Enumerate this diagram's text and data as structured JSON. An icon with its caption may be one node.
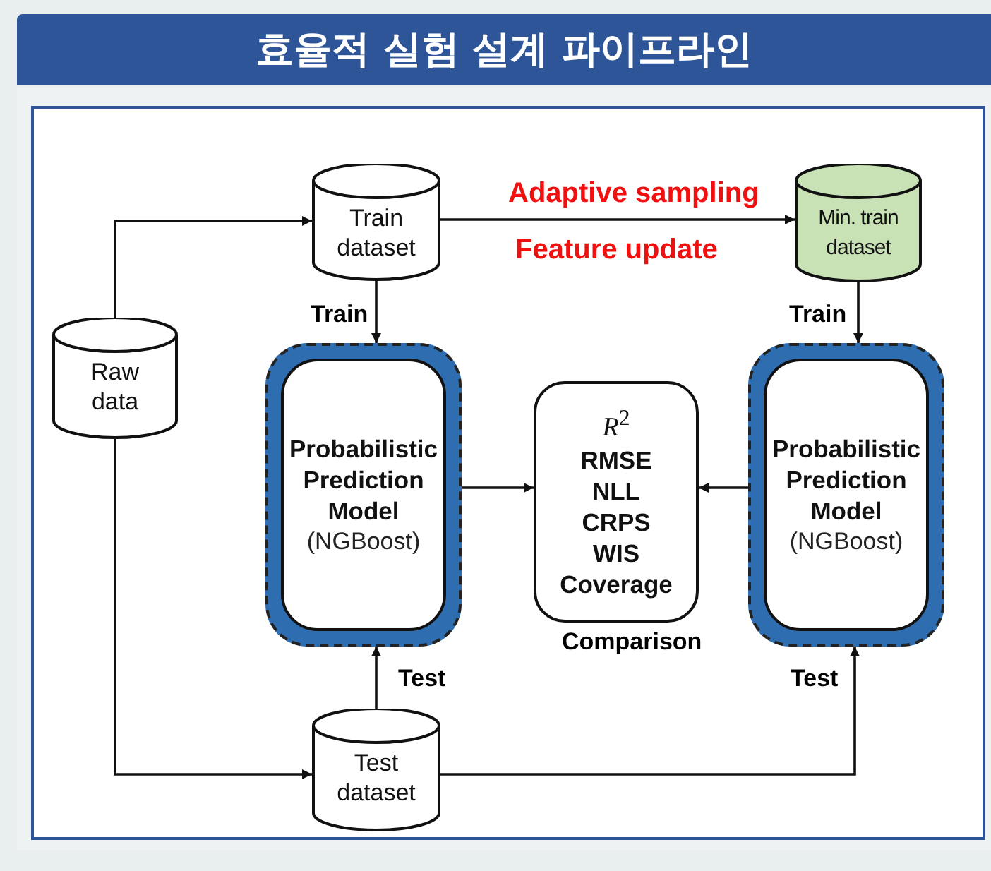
{
  "diagram": {
    "title": "효율적 실험 설계 파이프라인",
    "nodes": [
      {
        "text": [
          "Raw data"
        ]
      },
      {
        "text": [
          "Train dataset"
        ]
      },
      {
        "text": [
          "Min. train dataset"
        ]
      },
      {
        "text": [
          "Probabilistic Prediction Model",
          "(NGBoost)"
        ]
      },
      {
        "text": [
          "*R*$^{2}$",
          "RMSE",
          "NLL",
          "CRPS",
          "WIS",
          "Coverage"
        ],
        "beside": [
          "Comparison"
        ]
      },
      {
        "text": [
          "Probabilistic Prediction Model",
          "(NGBoost)"
        ]
      },
      {
        "text": [
          "Test dataset"
        ]
      }
    ],
    "edges": [
      {
        "from": 0,
        "to": 1,
        "arrow": "to"
      },
      {
        "from": 0,
        "to": 6,
        "arrow": "to"
      },
      {
        "from": 1,
        "to": 2,
        "arrow": "to",
        "label": "Adaptive sampling"
      },
      {
        "from": 1,
        "to": 3,
        "arrow": "to",
        "label": "Train"
      },
      {
        "from": 2,
        "to": 5,
        "arrow": "to",
        "label": "Train"
      },
      {
        "from": 3,
        "to": 4,
        "arrow": "to"
      },
      {
        "from": 5,
        "to": 4,
        "arrow": "to"
      },
      {
        "from": 6,
        "to": 3,
        "arrow": "to",
        "label": "Test"
      },
      {
        "from": 6,
        "to": 5,
        "arrow": "to",
        "label": "Test"
      }
    ],
    "labels": [
      "Feature update"
    ]
  }
}
